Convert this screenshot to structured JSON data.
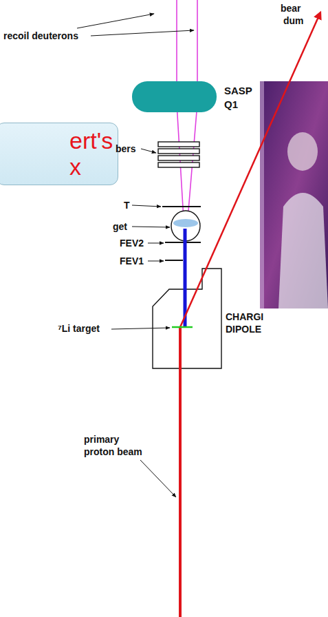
{
  "diagram": {
    "nodes": [
      {
        "text": [
          "ert's x"
        ]
      },
      {
        "text": [
          "SASP Q1"
        ]
      }
    ],
    "labels": [
      "recoil deuterons",
      "bear",
      "dum",
      "bers",
      "T",
      "get",
      "FEV2",
      "FEV1",
      "CHARGI",
      "DIPOLE",
      "⁷Li target",
      "primary",
      "proton beam"
    ]
  }
}
